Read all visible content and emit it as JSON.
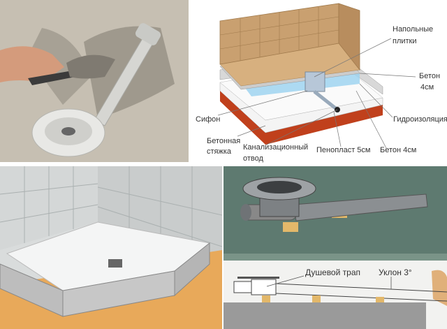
{
  "diagram_layers": {
    "floor_tiles": [
      "Напольные",
      "плитки"
    ],
    "concrete_top": [
      "Бетон",
      "4см"
    ],
    "siphon": "Сифон",
    "waterproofing": "Гидроизоляция",
    "screed": [
      "Бетонная",
      "стяжка"
    ],
    "sewer_outlet": [
      "Канализационный",
      "отвод"
    ],
    "foam": "Пенопласт 5см",
    "concrete_bottom": "Бетон 4см"
  },
  "drain_diagram": {
    "drain": "Душевой трап",
    "slope": "Уклон 3°"
  },
  "colors": {
    "tile_wall": "#c9a070",
    "red_base": "#c0401c",
    "waterproof_blue": "#9fd3f0",
    "concrete": "#c8c8c8",
    "green_floor": "#5e7a70"
  }
}
